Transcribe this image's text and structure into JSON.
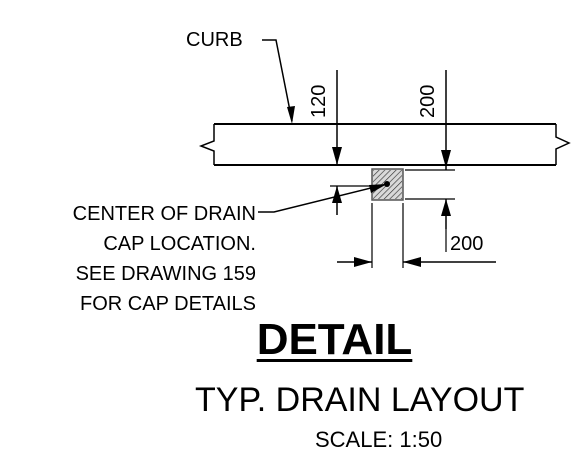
{
  "labels": {
    "curb": "CURB",
    "dim_120": "120",
    "dim_200_top": "200",
    "dim_200_right": "200"
  },
  "note": {
    "lines": [
      "CENTER OF DRAIN",
      "CAP LOCATION.",
      "SEE DRAWING 159",
      "FOR CAP DETAILS"
    ]
  },
  "title": {
    "heading": "DETAIL",
    "subtitle": "TYP. DRAIN LAYOUT",
    "scale": "SCALE:  1:50"
  }
}
